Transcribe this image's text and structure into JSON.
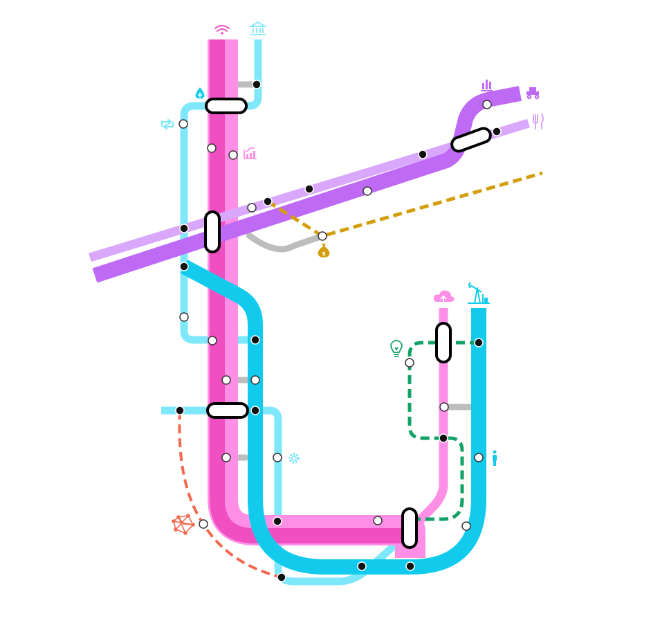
{
  "colors": {
    "pink_line": "#f04fc2",
    "pink_light_line": "#ff8fe6",
    "cyan_line": "#12cbec",
    "cyan_light_line": "#7ee8fa",
    "purple_line": "#bf6af5",
    "lavender_line": "#d9a8fc",
    "gold_line": "#d39e0b",
    "green_line": "#12a266",
    "coral_line": "#f3694f",
    "transfer_gray": "#bdbdbd",
    "station_dark": "#111111",
    "station_light": "#ffffff"
  },
  "lines": [
    {
      "id": "pink",
      "style": "solid"
    },
    {
      "id": "pink-light",
      "style": "solid"
    },
    {
      "id": "cyan",
      "style": "solid"
    },
    {
      "id": "cyan-light",
      "style": "solid"
    },
    {
      "id": "purple",
      "style": "solid"
    },
    {
      "id": "lavender",
      "style": "solid"
    },
    {
      "id": "gold",
      "style": "dashed"
    },
    {
      "id": "green",
      "style": "dashed"
    },
    {
      "id": "coral",
      "style": "dashed"
    }
  ],
  "icons": {
    "wifi": "wifi-icon",
    "bank": "bank-icon",
    "wheat": "wheat-icon",
    "recycle": "recycle-icon",
    "growth_chart": "growth-chart-icon",
    "bar_chart": "bar-chart-icon",
    "tractor": "tractor-icon",
    "cutlery": "cutlery-icon",
    "money_bag": "money-bag-icon",
    "cloud_upload": "cloud-upload-icon",
    "oil_pump": "oil-pump-icon",
    "lightbulb": "lightbulb-icon",
    "gear": "gear-icon",
    "person": "person-icon",
    "network": "network-icon"
  }
}
